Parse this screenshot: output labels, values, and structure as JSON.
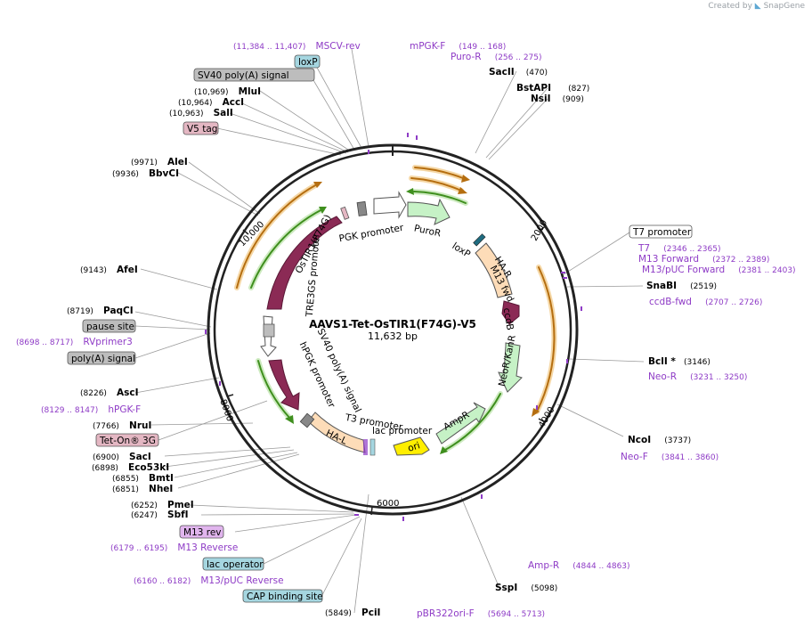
{
  "credit": {
    "prefix": "Created by",
    "brand": "SnapGene"
  },
  "plasmid": {
    "name": "AAVS1-Tet-OsTIR1(F74G)-V5",
    "size_label": "11,632 bp"
  },
  "colors": {
    "backbone": "#222222",
    "primer": "#8e3bc6",
    "orange_arrow": "#c9861a",
    "green_arrow": "#3f8f1e",
    "maroon_feature": "#8b2a55",
    "light_green_feature": "#c6f2c6",
    "peach_feature": "#fddcb8",
    "yellow_feature": "#ffee00",
    "gray_box": "#bdbdbd",
    "cyan_box": "#a5d6e0",
    "pink_box": "#e4b7c3",
    "violet_box": "#e1b5ee"
  },
  "ticks": [
    "2000",
    "4000",
    "6000",
    "8000",
    "10,000"
  ],
  "enzymes": [
    {
      "name": "SacII",
      "pos": "(470)"
    },
    {
      "name": "BstAPI",
      "pos": "(827)"
    },
    {
      "name": "NsiI",
      "pos": "(909)"
    },
    {
      "name": "SnaBI",
      "pos": "(2519)"
    },
    {
      "name": "BclI *",
      "pos": "(3146)"
    },
    {
      "name": "NcoI",
      "pos": "(3737)"
    },
    {
      "name": "SspI",
      "pos": "(5098)"
    },
    {
      "name": "PciI",
      "pos": "(5849)"
    },
    {
      "name": "SbfI",
      "pos": "(6247)"
    },
    {
      "name": "PmeI",
      "pos": "(6252)"
    },
    {
      "name": "NheI",
      "pos": "(6851)"
    },
    {
      "name": "BmtI",
      "pos": "(6855)"
    },
    {
      "name": "Eco53kI",
      "pos": "(6898)"
    },
    {
      "name": "SacI",
      "pos": "(6900)"
    },
    {
      "name": "NruI",
      "pos": "(7766)"
    },
    {
      "name": "AscI",
      "pos": "(8226)"
    },
    {
      "name": "PaqCI",
      "pos": "(8719)"
    },
    {
      "name": "AfeI",
      "pos": "(9143)"
    },
    {
      "name": "BbvCI",
      "pos": "(9936)"
    },
    {
      "name": "AleI",
      "pos": "(9971)"
    },
    {
      "name": "SalI",
      "pos": "(10,963)"
    },
    {
      "name": "AccI",
      "pos": "(10,964)"
    },
    {
      "name": "MluI",
      "pos": "(10,969)"
    }
  ],
  "primers": [
    {
      "name": "MSCV-rev",
      "pos": "(11,384 .. 11,407)"
    },
    {
      "name": "mPGK-F",
      "pos": "(149 .. 168)"
    },
    {
      "name": "Puro-R",
      "pos": "(256 .. 275)"
    },
    {
      "name": "T7",
      "pos": "(2346 .. 2365)"
    },
    {
      "name": "M13 Forward",
      "pos": "(2372 .. 2389)"
    },
    {
      "name": "M13/pUC Forward",
      "pos": "(2381 .. 2403)"
    },
    {
      "name": "ccdB-fwd",
      "pos": "(2707 .. 2726)"
    },
    {
      "name": "Neo-R",
      "pos": "(3231 .. 3250)"
    },
    {
      "name": "Neo-F",
      "pos": "(3841 .. 3860)"
    },
    {
      "name": "Amp-R",
      "pos": "(4844 .. 4863)"
    },
    {
      "name": "pBR322ori-F",
      "pos": "(5694 .. 5713)"
    },
    {
      "name": "M13 Reverse",
      "pos": "(6179 .. 6195)"
    },
    {
      "name": "M13/pUC Reverse",
      "pos": "(6160 .. 6182)"
    },
    {
      "name": "hPGK-F",
      "pos": "(8129 .. 8147)"
    },
    {
      "name": "RVprimer3",
      "pos": "(8698 .. 8717)"
    }
  ],
  "boxes": [
    {
      "label": "loxP"
    },
    {
      "label": "SV40 poly(A) signal"
    },
    {
      "label": "V5 tag"
    },
    {
      "label": "T7 promoter"
    },
    {
      "label": "pause site"
    },
    {
      "label": "poly(A) signal"
    },
    {
      "label": "Tet-On® 3G"
    },
    {
      "label": "M13 rev"
    },
    {
      "label": "lac operator"
    },
    {
      "label": "CAP binding site"
    }
  ],
  "feature_labels": {
    "ostir": "OsTIR1(F74G)",
    "pgk_promoter": "PGK promoter",
    "puror": "PuroR",
    "loxp": "loxP",
    "ha_r": "HA-R",
    "m13_fwd": "M13 fwd",
    "ccdb": "ccdB",
    "neor": "NeoR/KanR",
    "ampr": "AmpR",
    "ori": "ori",
    "lac_promoter": "lac promoter",
    "t3_promoter": "T3 promoter",
    "ha_l": "HA-L",
    "hpgk_promoter": "hPGK promoter",
    "sv40_polya": "SV40 poly(A) signal",
    "tre3gs": "TRE3GS promoter"
  }
}
